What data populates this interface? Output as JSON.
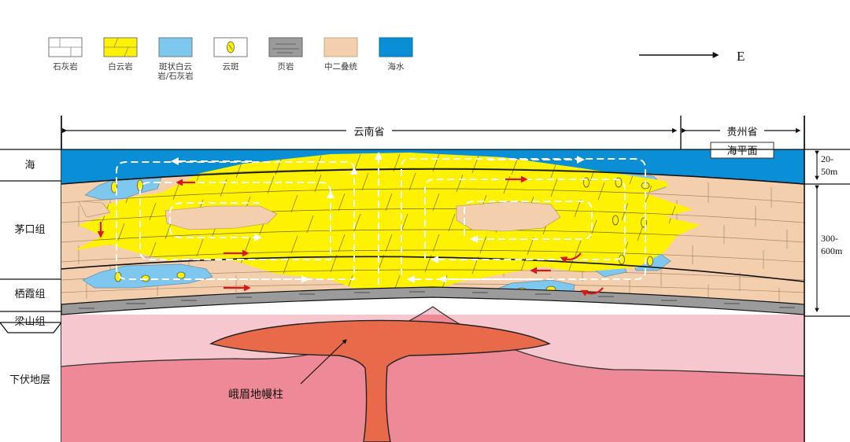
{
  "legend": [
    {
      "label": "石灰岩",
      "icon": "limestone-swatch"
    },
    {
      "label": "白云岩",
      "icon": "dolomite-swatch"
    },
    {
      "label": "斑状白云",
      "label2": "岩/石灰岩",
      "icon": "patchy-dolomite-limestone-swatch"
    },
    {
      "label": "云斑",
      "icon": "dolomite-mottle-swatch"
    },
    {
      "label": "页岩",
      "icon": "shale-swatch"
    },
    {
      "label": "中二叠统",
      "icon": "middle-permian-swatch"
    },
    {
      "label": "海水",
      "icon": "seawater-swatch"
    }
  ],
  "direction": {
    "label": "E"
  },
  "regions": {
    "yunnan": "云南省",
    "guizhou": "贵州省"
  },
  "sea_level_label": "海平面",
  "strata_labels": {
    "sea": "海",
    "maokou": "茅口组",
    "qixia": "栖霞组",
    "liangshan": "梁山组",
    "underlying": "下伏地层"
  },
  "thickness": {
    "sea": {
      "line1": "20-",
      "line2": "50m"
    },
    "maokou": {
      "line1": "300-",
      "line2": "600m"
    }
  },
  "mantle_plume_label": "峨眉地幔柱",
  "colors": {
    "seawater": "#0a8fd6",
    "dolomite": "#fff200",
    "limestone": "#f3cfae",
    "patchy": "#7ec8ef",
    "shale": "#9b9b9b",
    "underlying_upper": "#f6c7cf",
    "underlying_lower": "#ee8a97",
    "plume": "#e86a4a",
    "flow_red": "#d7191c",
    "flow_white": "#ffffff"
  }
}
